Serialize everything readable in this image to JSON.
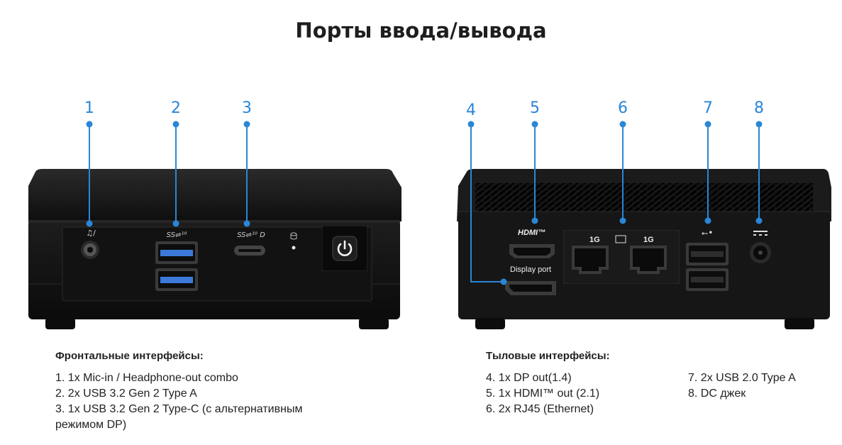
{
  "title": "Порты ввода/вывода",
  "callouts": [
    "1",
    "2",
    "3",
    "4",
    "5",
    "6",
    "7",
    "8"
  ],
  "front": {
    "heading": "Фронтальные интерфейсы:",
    "items": [
      "1. 1x Mic-in / Headphone-out combo",
      "2. 2x USB 3.2 Gen 2 Type A",
      "3. 1x USB 3.2 Gen 2 Type-C (с альтернативным",
      "режимом DP)"
    ]
  },
  "rear": {
    "heading": "Тыловые интерфейсы:",
    "items_left": [
      "4. 1x DP out(1.4)",
      "5. 1x HDMI™ out (2.1)",
      "6. 2x RJ45 (Ethernet)"
    ],
    "items_right": [
      "7. 2x USB 2.0 Type A",
      "8. DC джек"
    ],
    "labels": {
      "hdmi": "HDMI™",
      "display_port": "Display port",
      "lan1": "1G",
      "lan2": "1G"
    }
  },
  "colors": {
    "accent": "#2a86d6",
    "device": "#141414",
    "usb_blue": "#3b7ad9"
  }
}
